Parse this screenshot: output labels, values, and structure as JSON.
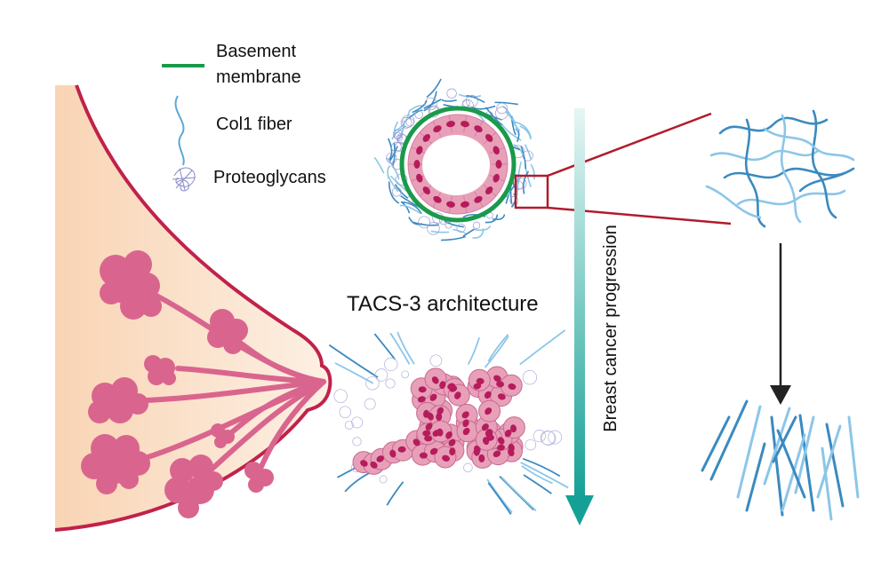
{
  "legend": {
    "basement_membrane": {
      "line1": "Basement",
      "line2": "membrane",
      "color": "#1a9a4a"
    },
    "col1_fiber": {
      "label": "Col1 fiber",
      "color": "#5aa9d6"
    },
    "proteoglycans": {
      "label": "Proteoglycans",
      "color": "#8a8ac8"
    }
  },
  "labels": {
    "tacs3": "TACS-3 architecture",
    "progression": "Breast cancer progression"
  },
  "colors": {
    "breast_fill": "#fbe2cc",
    "breast_outline": "#c0224a",
    "lobule": "#d9658e",
    "cell_fill": "#e8a0b8",
    "nucleus": "#b51c5c",
    "zoom_box": "#b01c2c",
    "progression_arrow": "#1aa39a",
    "fiber_dark": "#3a8ac0",
    "fiber_light": "#8cc6e8"
  },
  "icons": {
    "zoom_arrow": "arrow-down-icon",
    "progression_arrow": "gradient-arrow-down-icon"
  }
}
